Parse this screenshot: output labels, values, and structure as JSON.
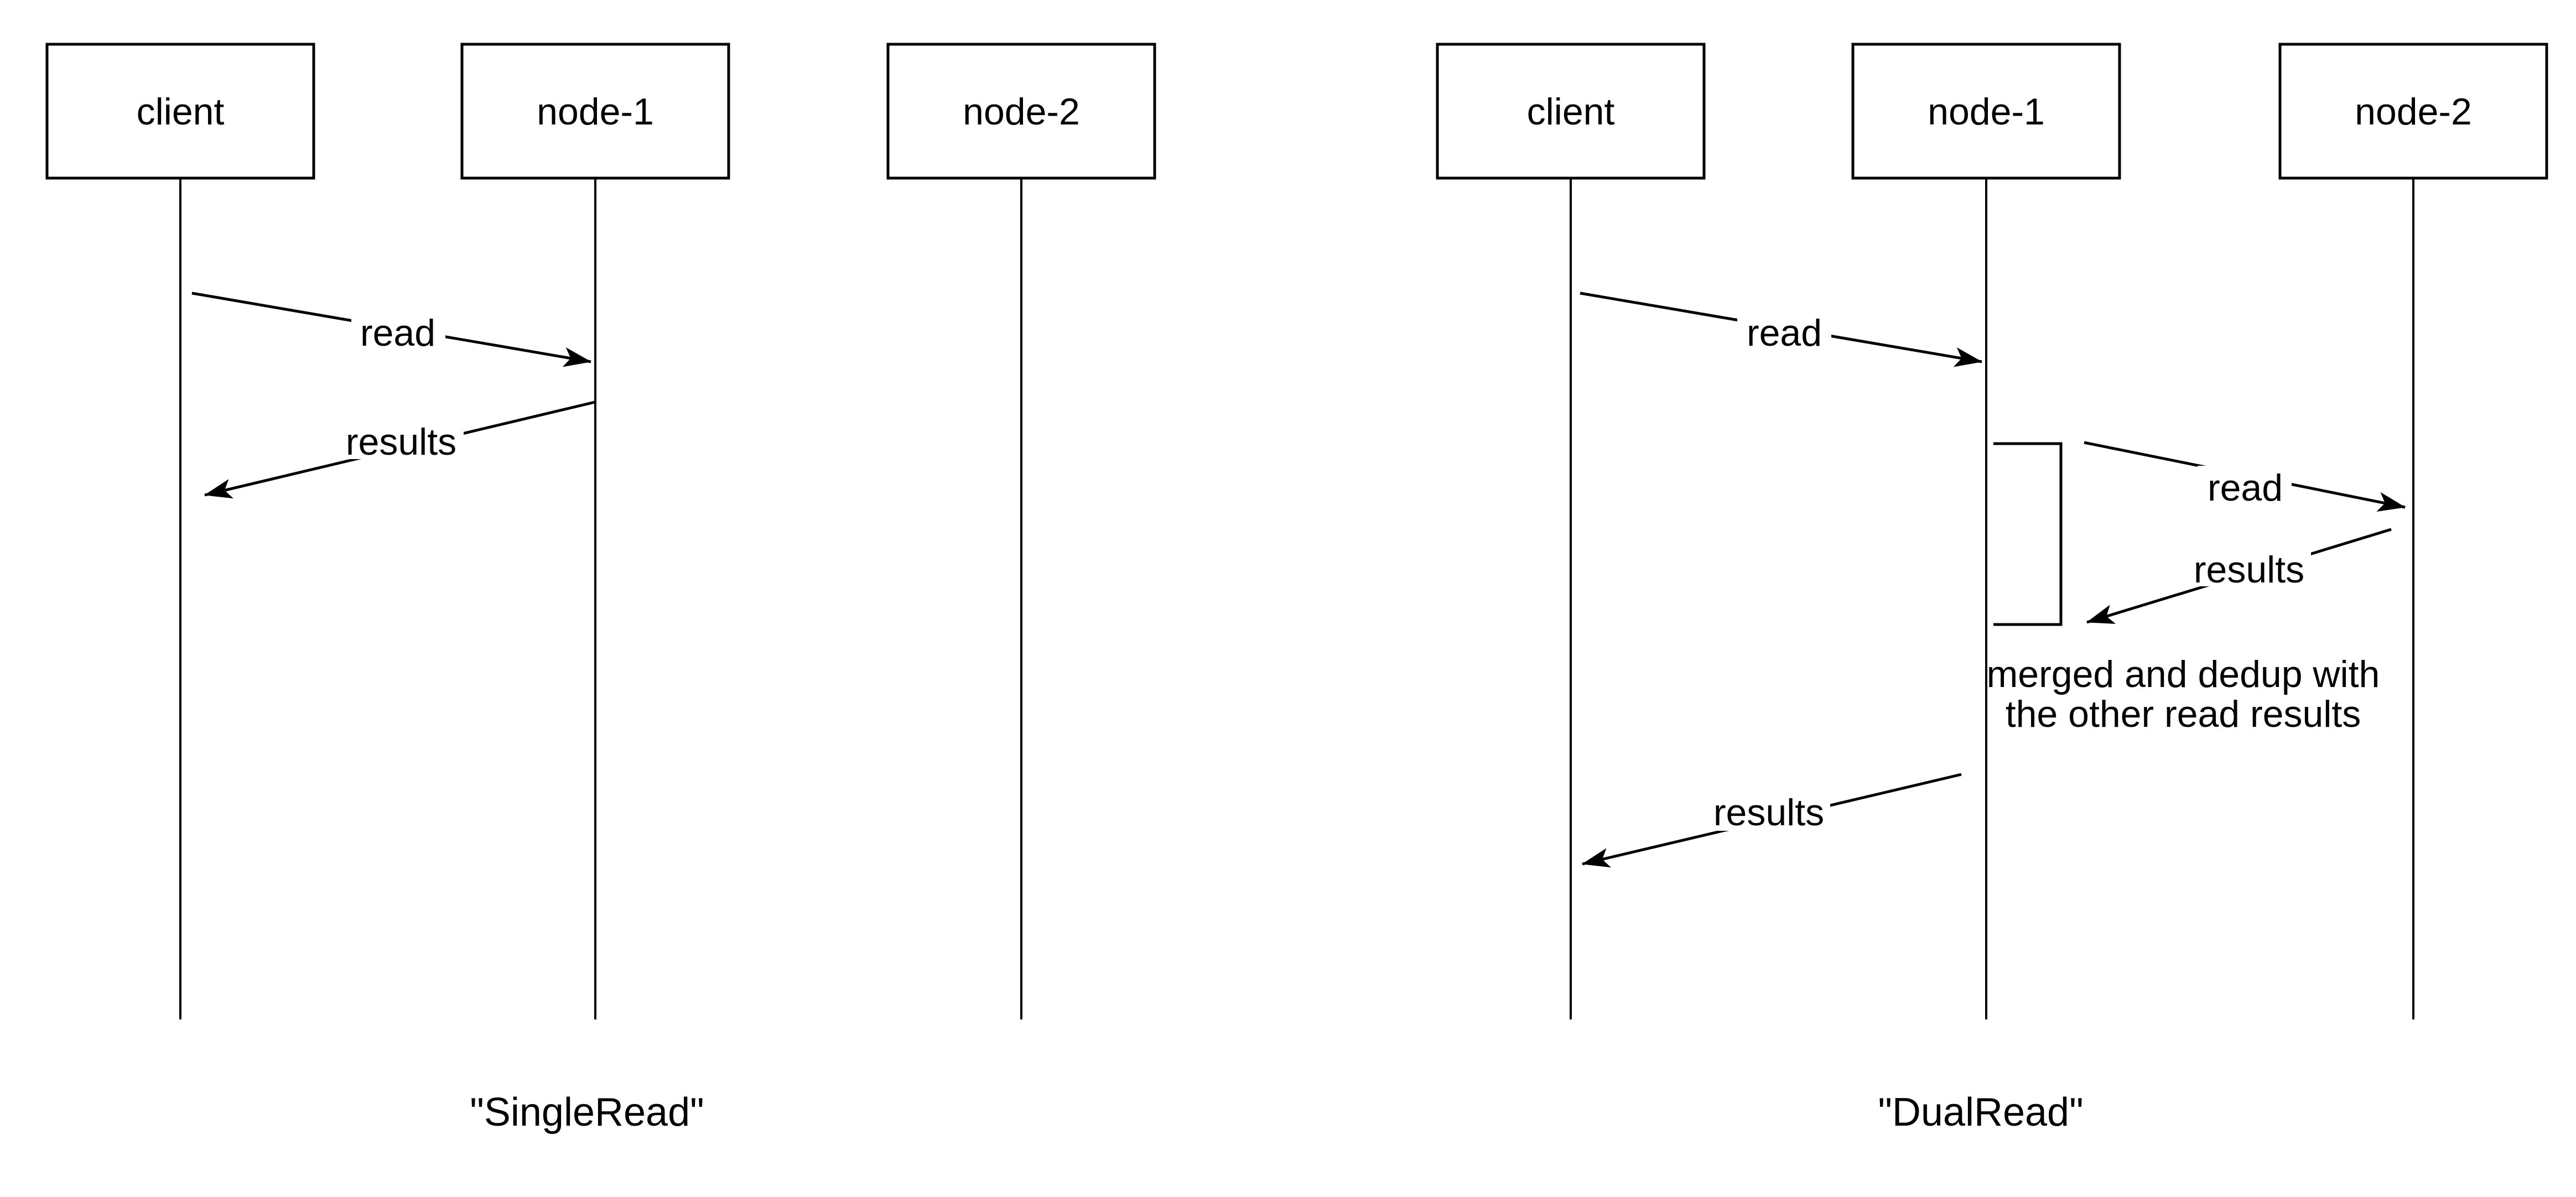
{
  "diagrams": [
    {
      "caption": "\"SingleRead\"",
      "actors": [
        {
          "label": "client"
        },
        {
          "label": "node-1"
        },
        {
          "label": "node-2"
        }
      ],
      "messages": [
        {
          "label": "read",
          "from": "client",
          "to": "node-1"
        },
        {
          "label": "results",
          "from": "node-1",
          "to": "client"
        }
      ]
    },
    {
      "caption": "\"DualRead\"",
      "actors": [
        {
          "label": "client"
        },
        {
          "label": "node-1"
        },
        {
          "label": "node-2"
        }
      ],
      "messages": [
        {
          "label": "read",
          "from": "client",
          "to": "node-1"
        },
        {
          "label": "read",
          "from": "node-1",
          "to": "node-2"
        },
        {
          "label": "results",
          "from": "node-2",
          "to": "node-1"
        },
        {
          "label": "results",
          "from": "node-1",
          "to": "client"
        }
      ],
      "note": {
        "line1": "merged and dedup with",
        "line2": "the other read results"
      }
    }
  ],
  "colors": {
    "line": "#000000",
    "background": "#ffffff"
  }
}
